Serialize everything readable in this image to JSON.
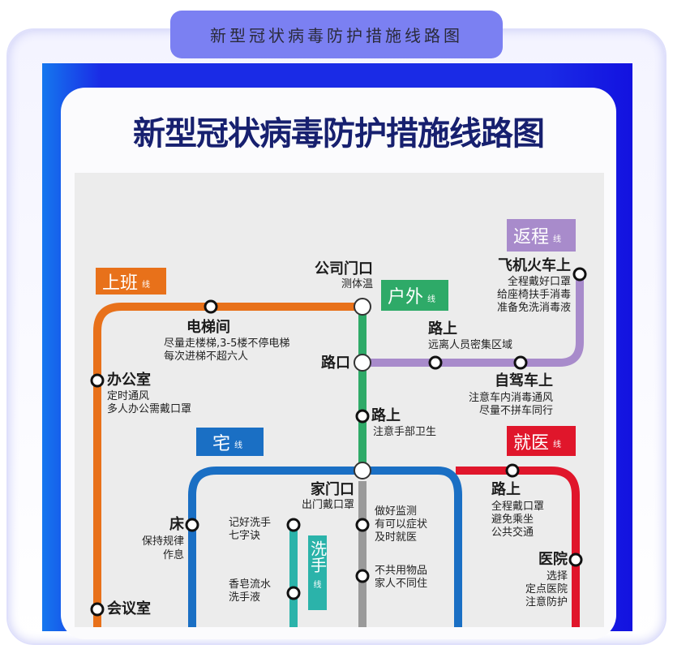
{
  "tab_title": "新型冠状病毒防护措施线路图",
  "heading": "新型冠状病毒防护措施线路图",
  "lines": {
    "commute": {
      "name": "上班",
      "suffix": "线",
      "color": "#e8711a"
    },
    "outdoor": {
      "name": "户外",
      "suffix": "线",
      "color": "#2eaa68"
    },
    "return": {
      "name": "返程",
      "suffix": "线",
      "color": "#a88bcb"
    },
    "home": {
      "name": "宅",
      "suffix": "线",
      "color": "#1a6fc4"
    },
    "medical": {
      "name": "就医",
      "suffix": "线",
      "color": "#e0162b"
    },
    "handwash": {
      "name": "洗手",
      "suffix": "线",
      "color": "#2bb3aa"
    }
  },
  "stations": {
    "company_gate": {
      "name": "公司门口",
      "note": "测体温"
    },
    "elevator": {
      "name": "电梯间",
      "note1": "尽量走楼梯,3-5楼不停电梯",
      "note2": "每次进梯不超六人"
    },
    "office": {
      "name": "办公室",
      "note1": "定时通风",
      "note2": "多人办公需戴口罩"
    },
    "crossing": {
      "name": "路口"
    },
    "road_outdoor": {
      "name": "路上",
      "note": "注意手部卫生"
    },
    "road_return": {
      "name": "路上",
      "note": "远离人员密集区域"
    },
    "plane_train": {
      "name": "飞机火车上",
      "note1": "全程戴好口罩",
      "note2": "给座椅扶手消毒",
      "note3": "准备免洗消毒液"
    },
    "self_drive": {
      "name": "自驾车上",
      "note1": "注意车内消毒通风",
      "note2": "尽量不拼车同行"
    },
    "home_door": {
      "name": "家门口",
      "note": "出门戴口罩"
    },
    "bed": {
      "name": "床",
      "note1": "保持规律",
      "note2": "作息"
    },
    "wash1": {
      "note1": "记好洗手",
      "note2": "七字诀"
    },
    "wash2": {
      "note1": "香皂流水",
      "note2": "洗手液"
    },
    "monitor": {
      "note1": "做好监测",
      "note2": "有可以症状",
      "note3": "及时就医"
    },
    "no_share": {
      "note1": "不共用物品",
      "note2": "家人不同住"
    },
    "road_medical": {
      "name": "路上",
      "note1": "全程戴口罩",
      "note2": "避免乘坐",
      "note3": "公共交通"
    },
    "hospital": {
      "name": "医院",
      "note1": "选择",
      "note2": "定点医院",
      "note3": "注意防护"
    },
    "meeting": {
      "name": "会议室"
    }
  }
}
